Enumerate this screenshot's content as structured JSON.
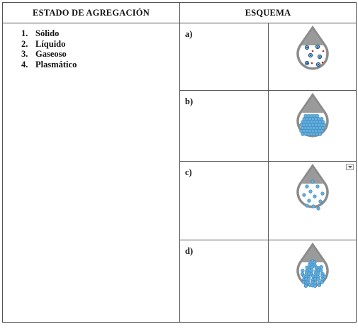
{
  "table": {
    "headers": {
      "state": "ESTADO DE AGREGACIÓN",
      "schema": "ESQUEMA"
    },
    "states": [
      {
        "num": "1.",
        "name": "Sólido"
      },
      {
        "num": "2.",
        "name": "Líquido"
      },
      {
        "num": "3.",
        "name": "Gaseoso"
      },
      {
        "num": "4.",
        "name": "Plasmático"
      }
    ],
    "schemes": [
      {
        "label": "a)",
        "image": "plasma-drop-icon"
      },
      {
        "label": "b)",
        "image": "solid-drop-icon"
      },
      {
        "label": "c)",
        "image": "gas-drop-icon"
      },
      {
        "label": "d)",
        "image": "liquid-drop-icon"
      }
    ]
  },
  "colors": {
    "border": "#555555",
    "drop_outline": "#8c8c8c",
    "particle": "#62b0e0",
    "ion_red": "#c0262b",
    "electron": "#1e3a8a"
  }
}
